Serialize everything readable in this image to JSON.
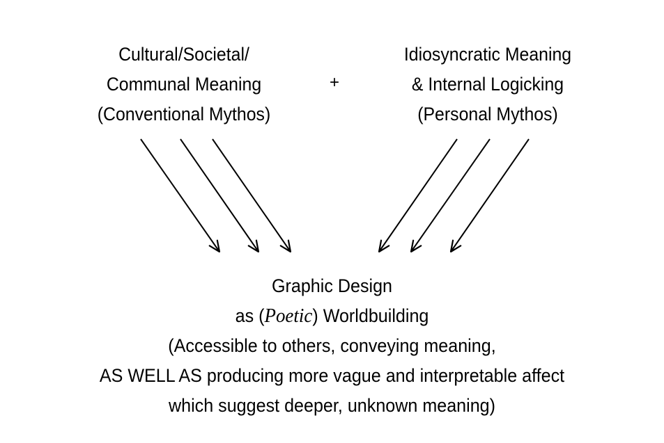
{
  "left_source": {
    "lines": [
      "Cultural/Societal/",
      "Communal Meaning",
      "(Conventional Mythos)"
    ]
  },
  "plus_sign": "+",
  "right_source": {
    "lines": [
      "Idiosyncratic Meaning",
      "& Internal Logicking",
      "(Personal Mythos)"
    ]
  },
  "result": {
    "title": "Graphic Design",
    "subtitle_prefix": "as (",
    "subtitle_emphasis": "Poetic",
    "subtitle_suffix": ") Worldbuilding",
    "description_lines": [
      "(Accessible to others, conveying meaning,",
      "AS WELL AS producing more vague and interpretable affect",
      "which suggest deeper, unknown meaning)"
    ]
  },
  "colors": {
    "text": "#000000",
    "background": "#ffffff",
    "arrow": "#000000"
  },
  "arrows": {
    "left_count": 3,
    "right_count": 3,
    "direction": "converging-down"
  }
}
